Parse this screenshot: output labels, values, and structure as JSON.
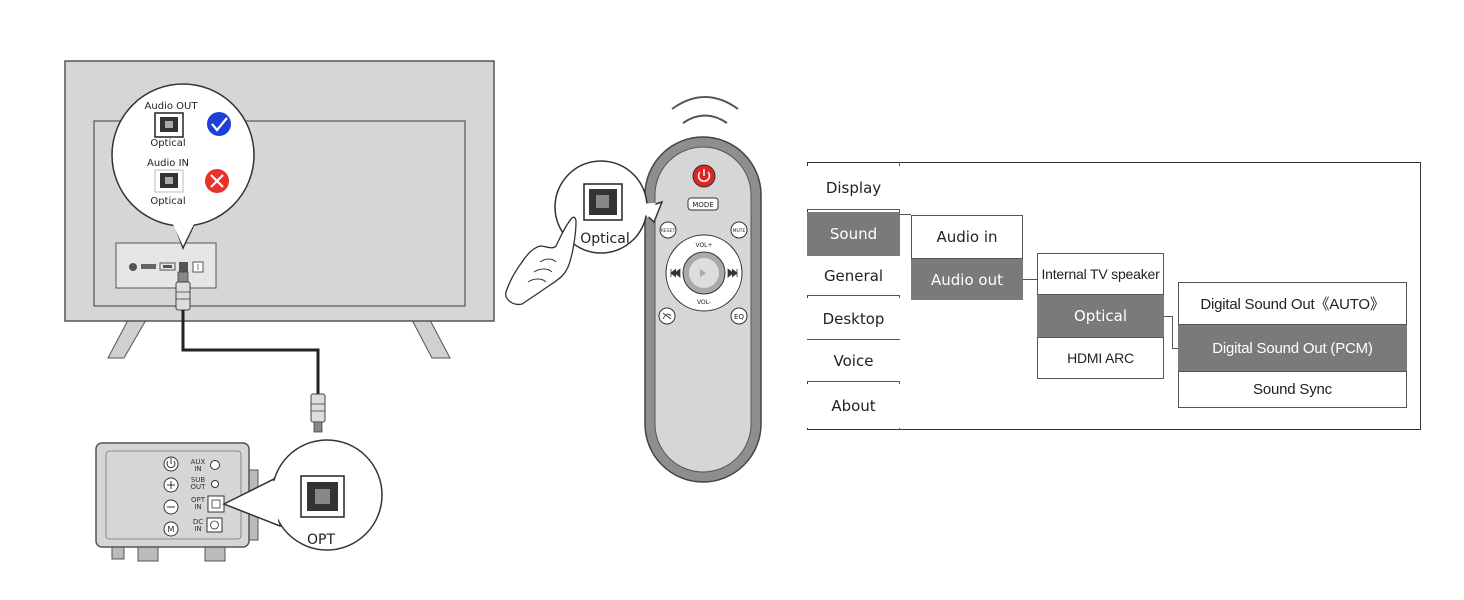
{
  "tv_callout": {
    "audio_out_label": "Audio OUT",
    "audio_out_port": "Optical",
    "audio_in_label": "Audio IN",
    "audio_in_port": "Optical",
    "colors": {
      "check": "#1f3fd6",
      "cross": "#e8312b"
    }
  },
  "soundbar": {
    "labels": {
      "aux_in": [
        "AUX",
        "IN"
      ],
      "sub_out": [
        "SUB",
        "OUT"
      ],
      "opt_in": [
        "OPT",
        "IN"
      ],
      "dc_in": [
        "DC",
        "IN"
      ]
    },
    "callout_label": "OPT"
  },
  "remote": {
    "mode_label": "MODE",
    "reset_label": "RESET",
    "mute_label": "MUTE",
    "vol_up_label": "VOL+",
    "vol_down_label": "VOL-",
    "eq_label": "EQ",
    "colors": {
      "power": "#e02424",
      "body": "#8e8e8e"
    }
  },
  "remote_callout": {
    "label": "Optical"
  },
  "settings_menu": {
    "main_items": [
      "Display",
      "Sound",
      "General",
      "Desktop",
      "Voice",
      "About"
    ],
    "selected_main": "Sound",
    "sound_items": [
      "Audio in",
      "Audio out"
    ],
    "selected_sound": "Audio out",
    "audio_out_items": [
      "Internal TV speaker",
      "Optical",
      "HDMI ARC"
    ],
    "selected_audio_out": "Optical",
    "optical_items": [
      "Digital Sound Out《AUTO》",
      "Digital Sound Out (PCM)",
      "Sound Sync"
    ],
    "selected_optical": "Digital Sound Out (PCM)",
    "colors": {
      "selected_bg": "#7a7a7a"
    }
  }
}
